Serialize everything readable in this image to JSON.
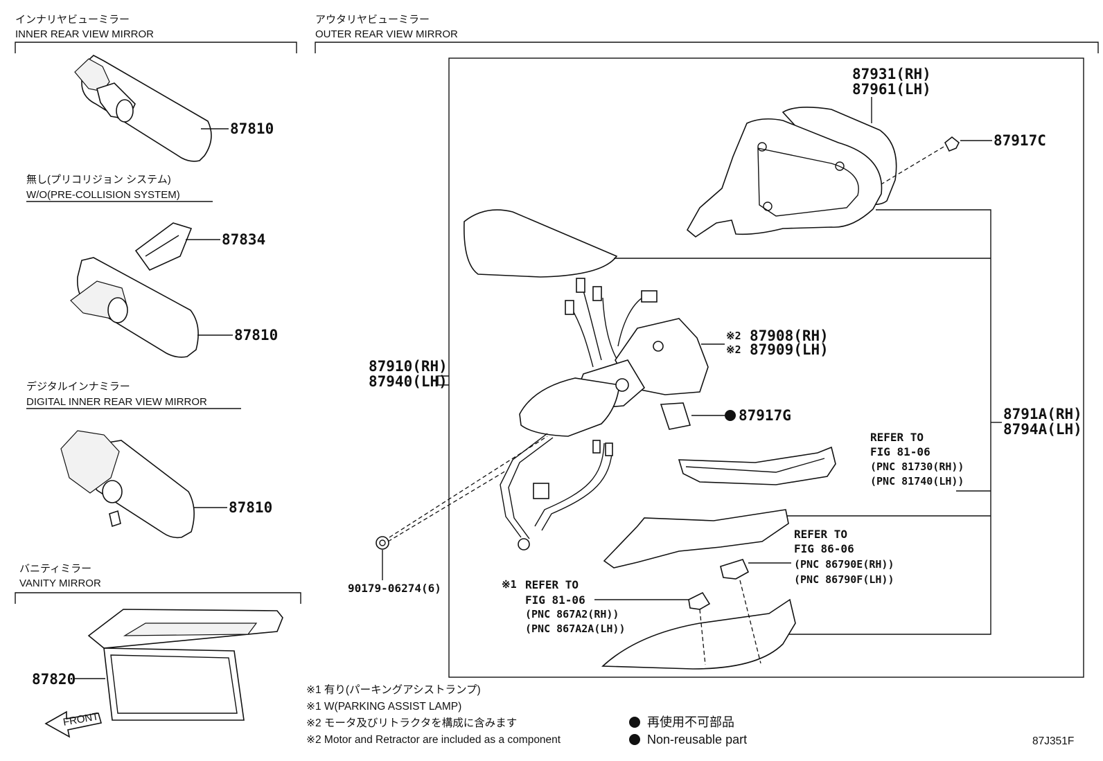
{
  "sections": {
    "inner_mirror": {
      "jp": "インナリヤビューミラー",
      "en": "INNER REAR VIEW MIRROR"
    },
    "outer_mirror": {
      "jp": "アウタリヤビューミラー",
      "en": "OUTER REAR VIEW MIRROR"
    },
    "wo_pcs": {
      "jp": "無し(プリコリジョン システム)",
      "en": "W/O(PRE-COLLISION SYSTEM)"
    },
    "digital": {
      "jp": "デジタルインナミラー",
      "en": "DIGITAL INNER REAR VIEW MIRROR"
    },
    "vanity": {
      "jp": "バニティミラー",
      "en": "VANITY MIRROR"
    }
  },
  "parts": {
    "p87810_a": "87810",
    "p87834": "87834",
    "p87810_b": "87810",
    "p87810_c": "87810",
    "p87820": "87820",
    "p87931": "87931(RH)",
    "p87961": "87961(LH)",
    "p87917c": "87917C",
    "p87908": "87908(RH)",
    "p87909": "87909(LH)",
    "mark2a": "※2",
    "mark2b": "※2",
    "p87910": "87910(RH)",
    "p87940": "87940(LH)",
    "p87917g": "87917G",
    "p8791a": "8791A(RH)",
    "p8794a": "8794A(LH)",
    "p90179": "90179-06274(6)"
  },
  "refers": {
    "r1_l1": "REFER TO",
    "r1_l2": "FIG 81-06",
    "r1_l3": "(PNC 81730(RH))",
    "r1_l4": "(PNC 81740(LH))",
    "r2_l1": "REFER TO",
    "r2_l2": "FIG 86-06",
    "r2_l3": "(PNC 86790E(RH))",
    "r2_l4": "(PNC 86790F(LH))",
    "r3_mark": "※1",
    "r3_l1": "REFER TO",
    "r3_l2": "FIG 81-06",
    "r3_l3": "(PNC 867A2(RH))",
    "r3_l4": "(PNC 867A2A(LH))"
  },
  "front_label": "FRONT",
  "notes": {
    "n1_jp": "※1 有り(パーキングアシストランプ)",
    "n1_en": "※1 W(PARKING ASSIST LAMP)",
    "n2_jp": "※2 モータ及びリトラクタを構成に含みます",
    "n2_en": "※2 Motor and Retractor are included as a component",
    "nr_jp": "再使用不可部品",
    "nr_en": "Non-reusable part"
  },
  "figure_code": "87J351F"
}
